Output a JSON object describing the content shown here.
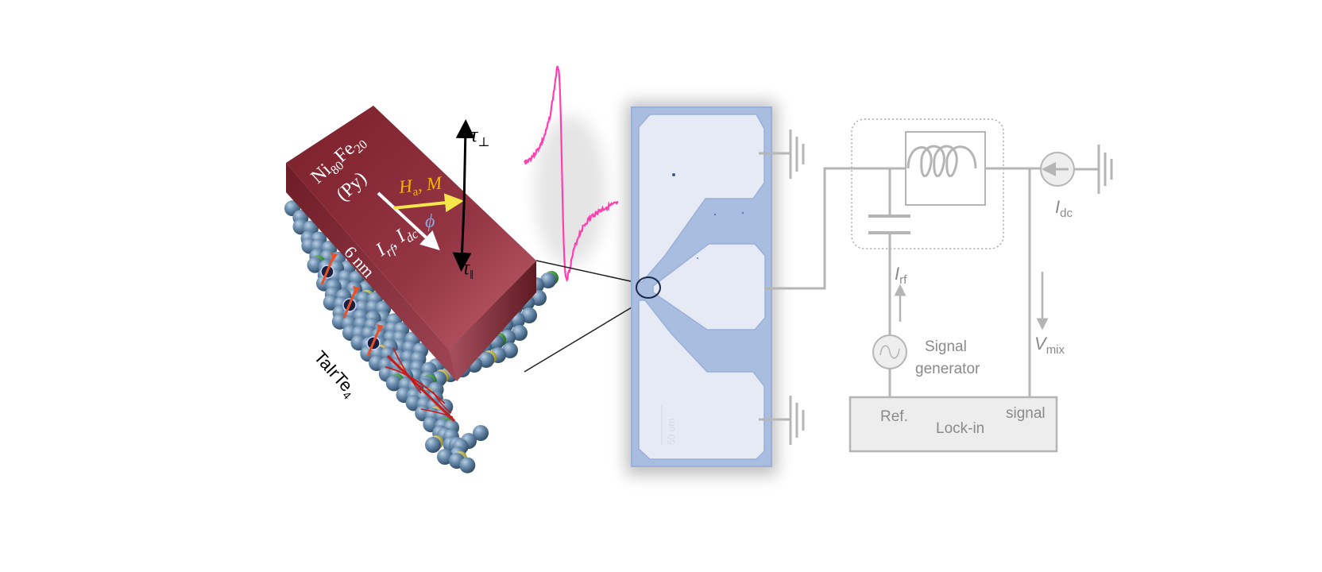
{
  "figure": {
    "sample": {
      "ferromagnet_label_main": "Ni",
      "ferromagnet_sub1": "80",
      "ferromagnet_mid": "Fe",
      "ferromagnet_sub2": "20",
      "ferromagnet_abbrev": "(Py)",
      "field_label": "H",
      "field_sub": "a",
      "field_label_rest": ", M",
      "angle_label": "ϕ",
      "current_label_1": "I",
      "current_sub_1": "rf",
      "current_sep": ", ",
      "current_label_2": "I",
      "current_sub_2": "dc",
      "thickness_label": "6 nm",
      "torque_perp_label": "τ",
      "torque_perp_sub": "⊥",
      "torque_par_label": "τ",
      "torque_par_sub": "‖",
      "substrate_label": "TaIrTe",
      "substrate_sub": "4"
    },
    "device": {
      "scale_bar_label": "50 um"
    },
    "circuit": {
      "irf_label": "I",
      "irf_sub": "rf",
      "idc_label": "I",
      "idc_sub": "dc",
      "vmix_label": "V",
      "vmix_sub": "mix",
      "signal_generator_line1": "Signal",
      "signal_generator_line2": "generator",
      "lockin_ref": "Ref.",
      "lockin_label": "Lock-in",
      "lockin_signal": "signal"
    },
    "colors": {
      "slab_top": "#8a2a34",
      "slab_side": "#6e1f28",
      "field_arrow": "#f5e64a",
      "field_text": "#f2b600",
      "angle_text": "#8aa8e0",
      "fmr_trace": "#ff3fb0",
      "chip_bg": "#a9bde0",
      "chip_pad": "#e5eaf5",
      "circuit_gray": "#b5b5b5",
      "atom_blue": "#5c7fa0",
      "atom_yellow": "#c9c25a",
      "atom_green": "#2f8f2f"
    }
  }
}
